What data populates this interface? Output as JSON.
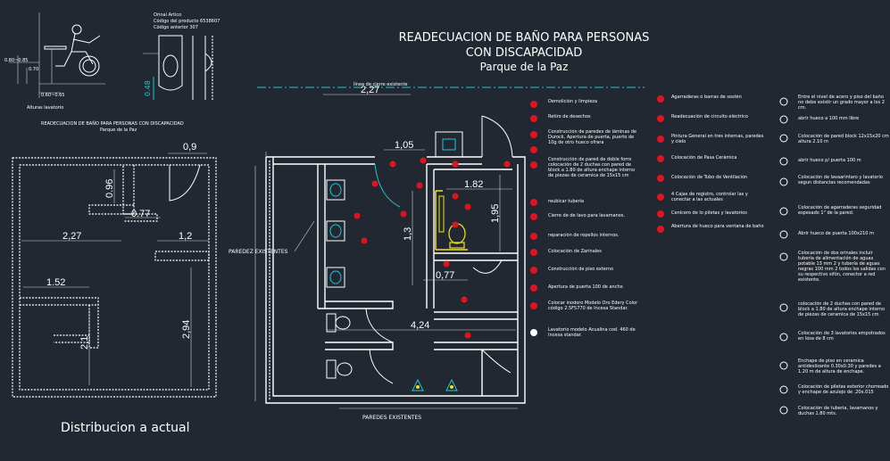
{
  "title": {
    "line1": "READECUACION DE BAÑO PARA PERSONAS",
    "line2": "CON DISCAPACIDAD",
    "line3": "Parque de la Paz"
  },
  "detail": {
    "urinal_title": "Orinal Artico",
    "urinal_code": "Código del producto 6538607",
    "urinal_prev": "Código anterior 307",
    "lavatory_heights": "Alturas lavatorio",
    "dim_a": "0.80~0.85",
    "dim_b": "0.70",
    "dim_c": "0.60~0.65",
    "dim_d": "0.48",
    "sub_title": "READECUACION DE BAÑO PARA PERSONAS CON DISCAPACIDAD",
    "sub_place": "Parque de la Paz"
  },
  "left_plan": {
    "caption": "Distribucion a actual",
    "dims": [
      "0,9",
      "0.96",
      "0.77",
      "2,27",
      "1,2",
      "1.52",
      "2,94",
      "2,1"
    ]
  },
  "main_plan": {
    "axis_label": "línea de cierre existente",
    "walls_side": "PAREDEZ EXISTENTES",
    "walls_bottom": "PAREDES EXISTENTES",
    "dims": [
      "2,27",
      "1,05",
      "1.82",
      "1,95",
      "1,3",
      "0,77",
      "4,24"
    ]
  },
  "legend_col1": [
    "Demolición y limpieza",
    "Retiro de desechos",
    "Construcción de paredes de láminas de Durock, Apertura de puerta, puerto de 10g de otro hueco ofrara",
    "Construcción de pared de doble forro colocación de 2 duchas con pared de block a 1.80 de altura enchape interno de piezas de ceramica de 15x15 cm",
    "reubicar tuberia",
    "Cierre de de lavo para lavamanos.",
    "reparación de repellos internos.",
    "Colocación de Zarinales",
    "Construcción de piso externo",
    "Apertura de puerta 100 de ancho",
    "Colocar inodoro Modelo Oro Edery Color código 2.5F5770 de Incesa Standar.",
    "Lavatorio modelo Acualina cod. 460 de Incesa standar."
  ],
  "legend_col2": [
    "Agarraderas o barras de sostén",
    "Readecuación de circuito eléctrico",
    "Pintura General en tres internas, paredes y cielo",
    "Colocación de Pasa Cerámica",
    "Colocación de Tubo de Ventilación",
    "4 Cajas de registro, controlar las y conectar a las actuales",
    "Cenicero de lo piletas y lavatorios",
    "Abertura de hueco para ventana de baño"
  ],
  "legend_col3": [
    "Entre el nivel de acero y piso del baño no debe existir un grado mayor a los 2 cm.",
    "abrir hueco a 100 mm libre",
    "Colocación de pared block 12x15x20 cm altura 2.10 m",
    "abrir hueco p/ puerta 100 m",
    "Colocación de lavaarintaro y lavatorio segun distancias recomendadas",
    "Colocación de agarraderas seguridad espesado 1\" de la pared.",
    "Abrir hueco de puerta 100x210 m",
    "Colocación de dos orinales incluir tubería de alimentación de aguas potable 13 mm 2 y tubería de aguas negras 100 mm 2 todos los salidas con su respectivo sifón, conector a red existente.",
    "colocación de 2 duchas con pared de block a 1.80 de altura enchape interno de piezas de ceramica de 15x15 cm",
    "Colocación de 3 lavatorios empotrados en losa de 8 cm",
    "Enchape de piso en ceramica antideslizante 0.30x0.30 y paredes a 1.20 m de altura de enchape.",
    "Colocación de piletas exterior chorreado y enchape de azulejo de .20x.015",
    "Colocación de tuberia, lavamanos y duchas 1.80 mts."
  ],
  "colors": {
    "background": "#222831",
    "marker": "#e0141e",
    "cyan": "#1fc8d6",
    "yellow": "#f2e21a"
  }
}
